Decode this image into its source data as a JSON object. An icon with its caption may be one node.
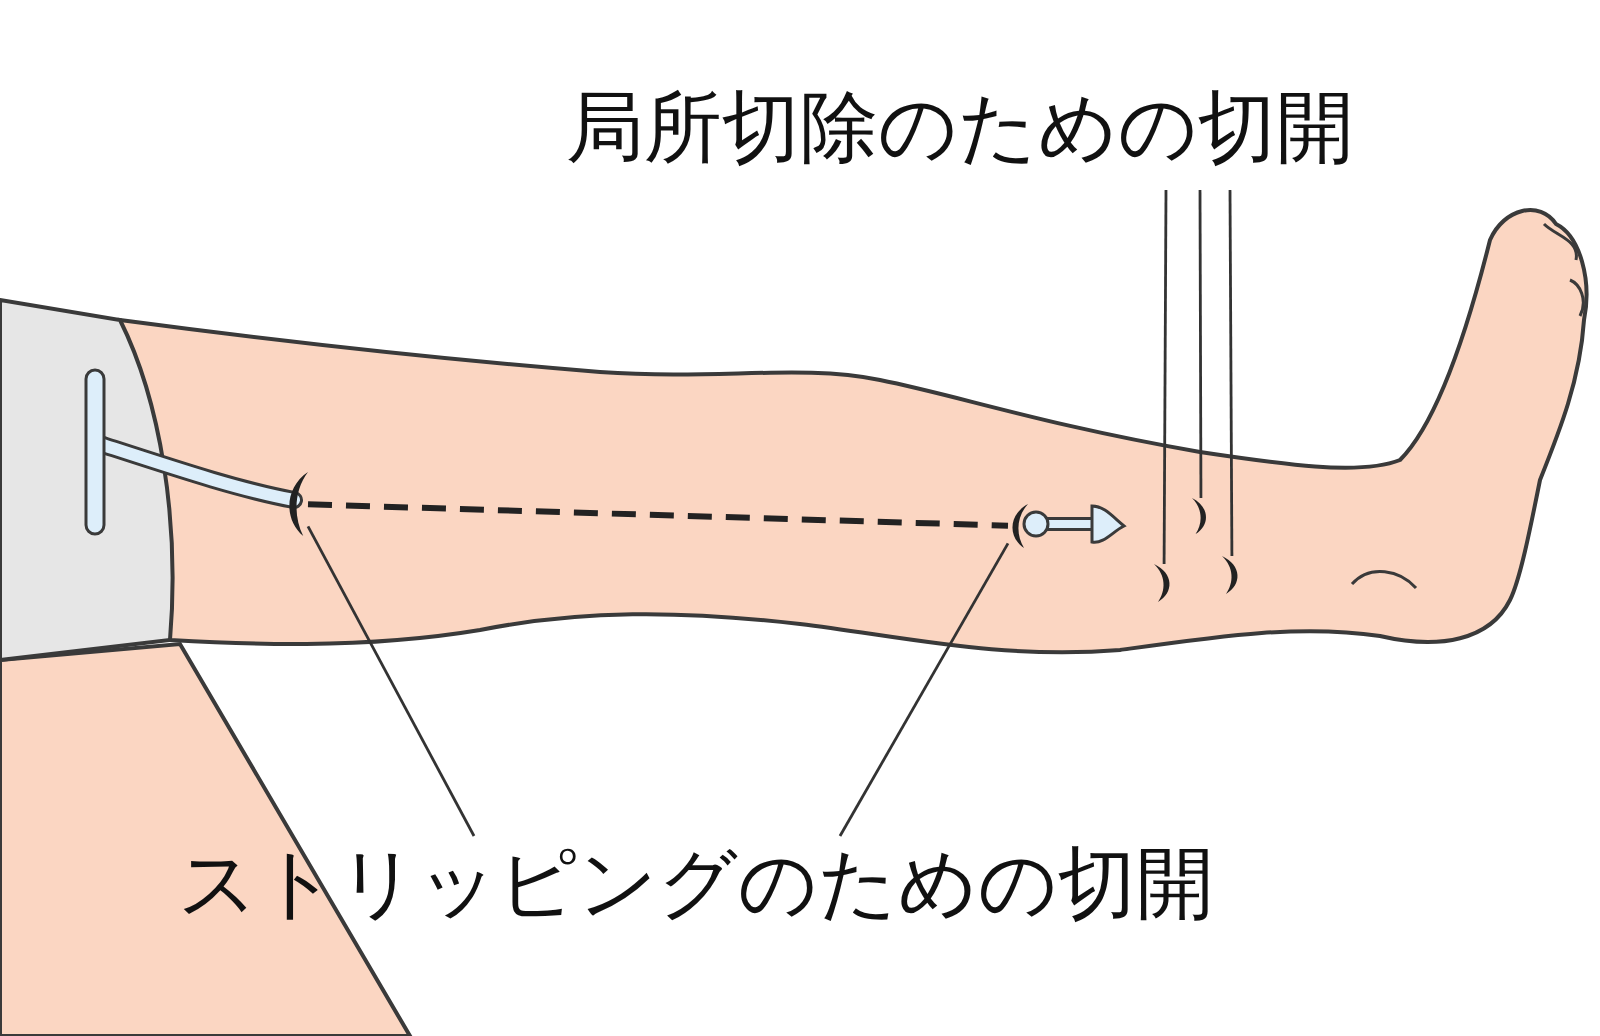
{
  "diagram": {
    "nodes": [
      {
        "text": [
          "局所切除のための切開"
        ]
      },
      {
        "text": [
          "ストリッピングのための切開"
        ]
      },
      {
        "text": [],
        "shape": "arc"
      },
      {
        "text": [],
        "shape": "arc"
      },
      {
        "text": [],
        "shape": "arc"
      },
      {
        "text": [],
        "shape": "arc"
      },
      {
        "text": [],
        "shape": "arc"
      }
    ],
    "edges": [
      {
        "from": 0,
        "to": 4,
        "arrow": "none"
      },
      {
        "from": 0,
        "to": 5,
        "arrow": "none"
      },
      {
        "from": 0,
        "to": 6,
        "arrow": "none"
      },
      {
        "from": 1,
        "to": 2,
        "arrow": "none"
      },
      {
        "from": 1,
        "to": 3,
        "arrow": "none"
      },
      {
        "from": 2,
        "to": 3,
        "arrow": "none",
        "style": "dashed"
      }
    ]
  }
}
